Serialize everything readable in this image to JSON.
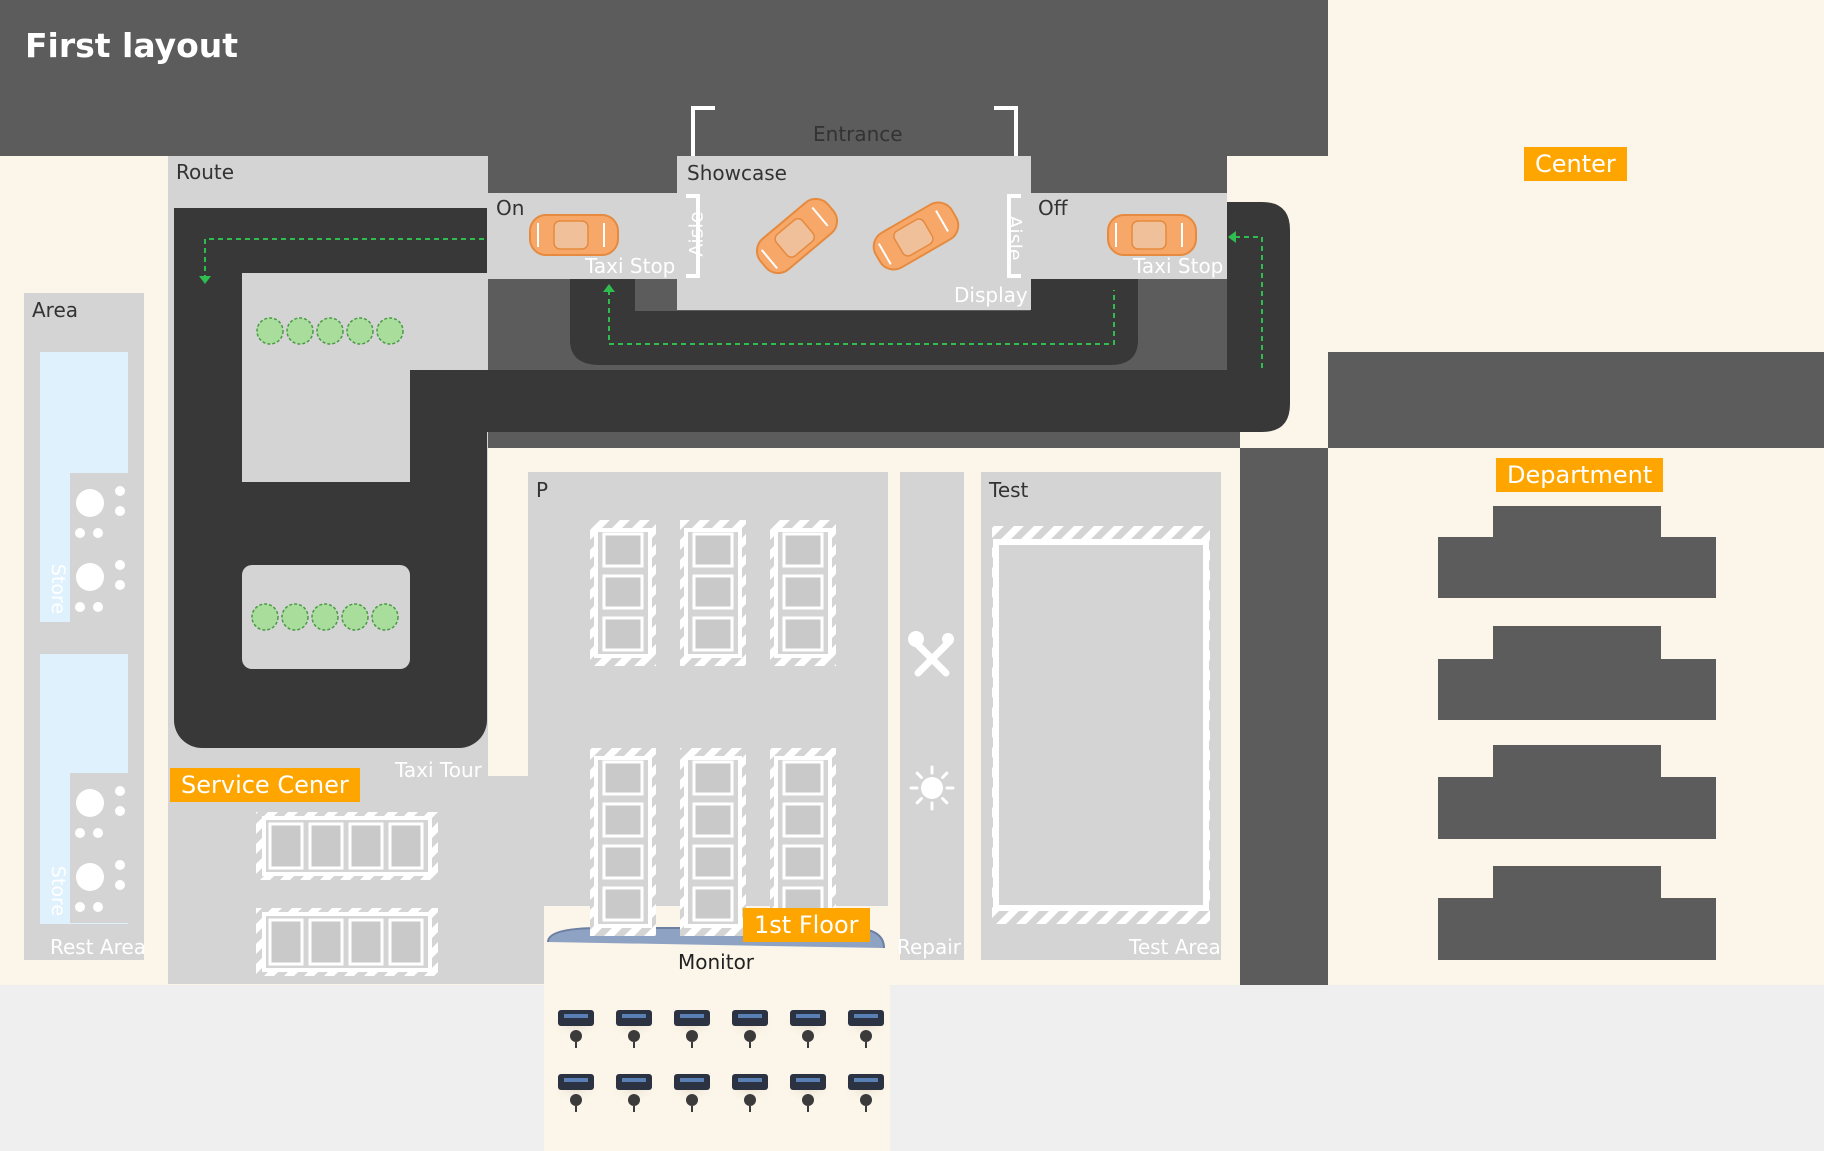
{
  "title": "First layout",
  "labels": {
    "route": "Route",
    "on": "On",
    "off": "Off",
    "entrance": "Entrance",
    "showcase": "Showcase",
    "aisle_left": "Aisle",
    "aisle_right": "Aisle",
    "taxi_stop_left": "Taxi Stop",
    "taxi_stop_right": "Taxi Stop",
    "display": "Display",
    "area": "Area",
    "store_top": "Store",
    "store_bottom": "Store",
    "rest_area": "Rest Area",
    "taxi_tour": "Taxi Tour",
    "p": "P",
    "test": "Test",
    "test_area": "Test Area",
    "repair": "Repair",
    "monitor": "Monitor"
  },
  "tags": {
    "center": "Center",
    "department": "Department",
    "service_center": "Service Cener",
    "first_floor": "1st Floor"
  },
  "icons": {
    "cars": "sports-car-icon",
    "repair_tools": "wrench-screwdriver-icon",
    "light": "sun-icon",
    "workstation": "monitor-workstation-icon"
  },
  "colors": {
    "asphalt": "#5c5c5c",
    "road": "#383838",
    "zone": "#d4d4d4",
    "ground": "#fcf6ea",
    "accent": "#ffa500",
    "guide": "#2ebd4e",
    "store_glass": "#dff1fd",
    "car": "#f7a869"
  }
}
